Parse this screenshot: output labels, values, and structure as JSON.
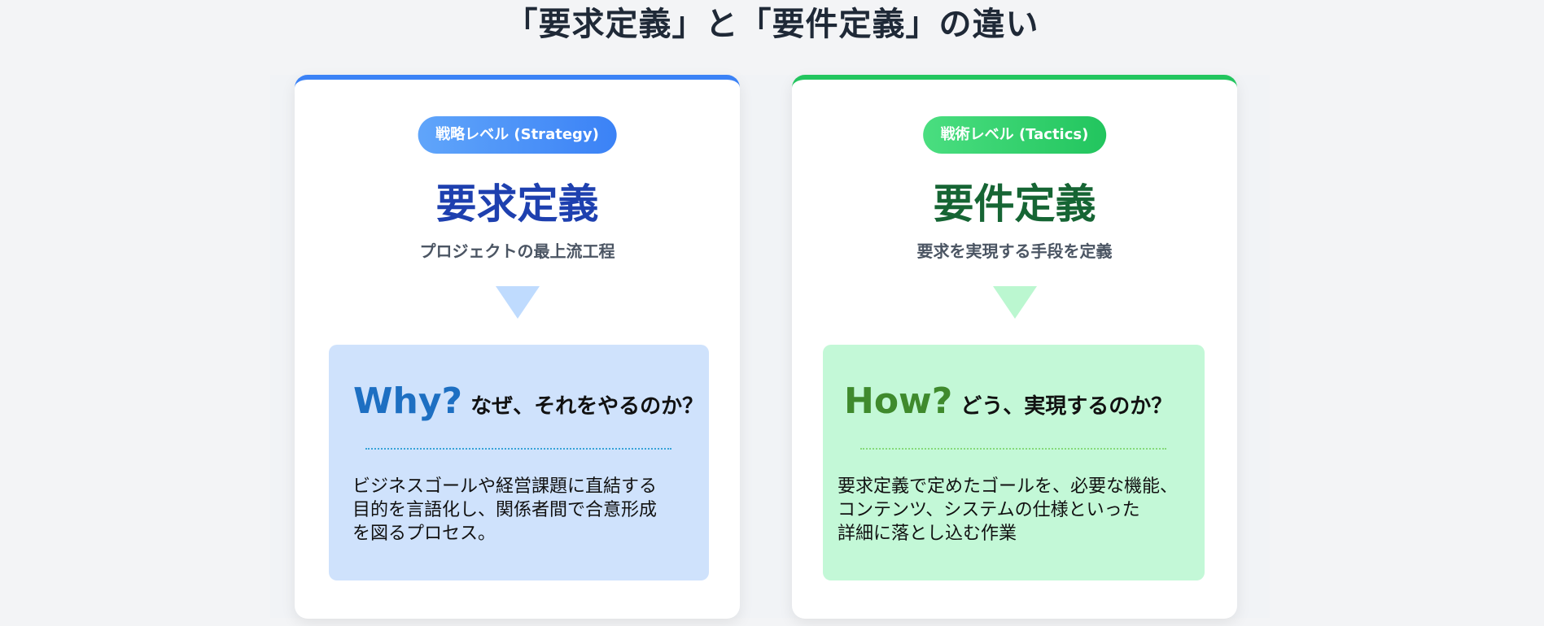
{
  "page": {
    "title": "「要求定義」と「要件定義」の違い"
  },
  "cards": [
    {
      "accent_color": "#3b82f6",
      "badge": "戦略レベル (Strategy)",
      "heading": "要求定義",
      "subheading": "プロジェクトの最上流工程",
      "keyword": "Why?",
      "question": "なぜ、それをやるのか？",
      "body_lines": [
        "ビジネスゴールや経営課題に直結する",
        "目的を言語化し、関係者間で合意形成",
        "を図るプロセス。"
      ]
    },
    {
      "accent_color": "#22c55e",
      "badge": "戦術レベル (Tactics)",
      "heading": "要件定義",
      "subheading": "要求を実現する手段を定義",
      "keyword": "How?",
      "question": "どう、実現するのか？",
      "body_lines": [
        "要求定義で定めたゴールを、必要な機能、",
        "コンテンツ、システムの仕様といった",
        "詳細に落とし込む作業"
      ]
    }
  ]
}
